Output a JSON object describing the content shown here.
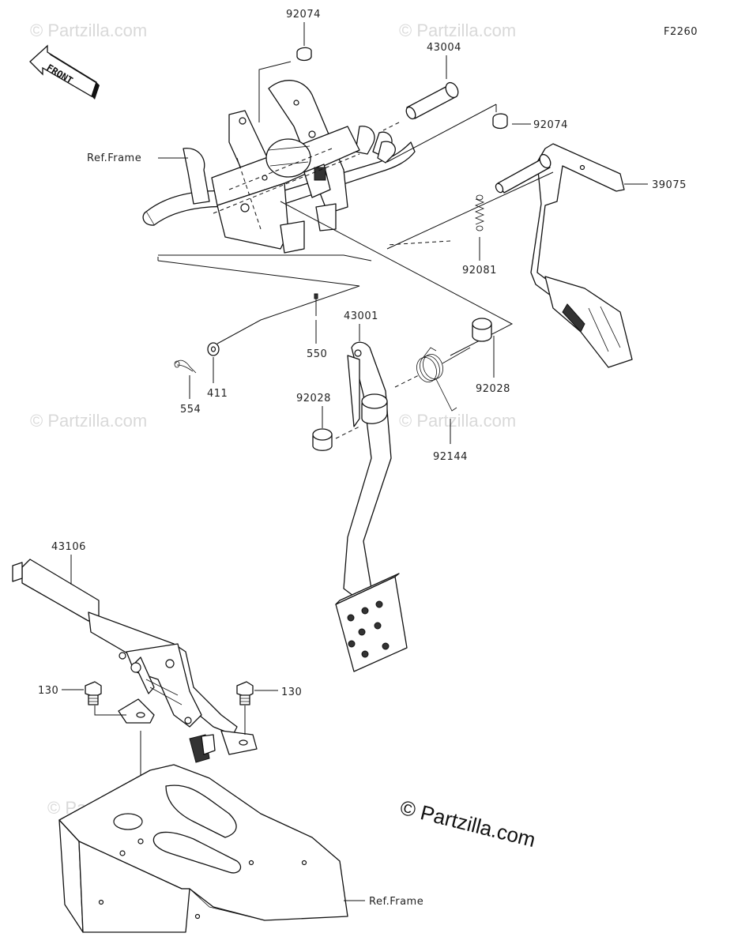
{
  "diagram": {
    "code": "F2260",
    "front_label": "FRONT",
    "watermark": "© Partzilla.com",
    "watermark_main": "© Partzilla.com",
    "ref_frame_top": "Ref.Frame",
    "ref_frame_bottom": "Ref.Frame"
  },
  "parts": {
    "p92074_top": "92074",
    "p43004": "43004",
    "p92074_right": "92074",
    "p39075": "39075",
    "p92081": "92081",
    "p43001": "43001",
    "p550": "550",
    "p411": "411",
    "p554": "554",
    "p92028_left": "92028",
    "p92028_right": "92028",
    "p92144": "92144",
    "p43106": "43106",
    "p130_left": "130",
    "p130_right": "130"
  }
}
